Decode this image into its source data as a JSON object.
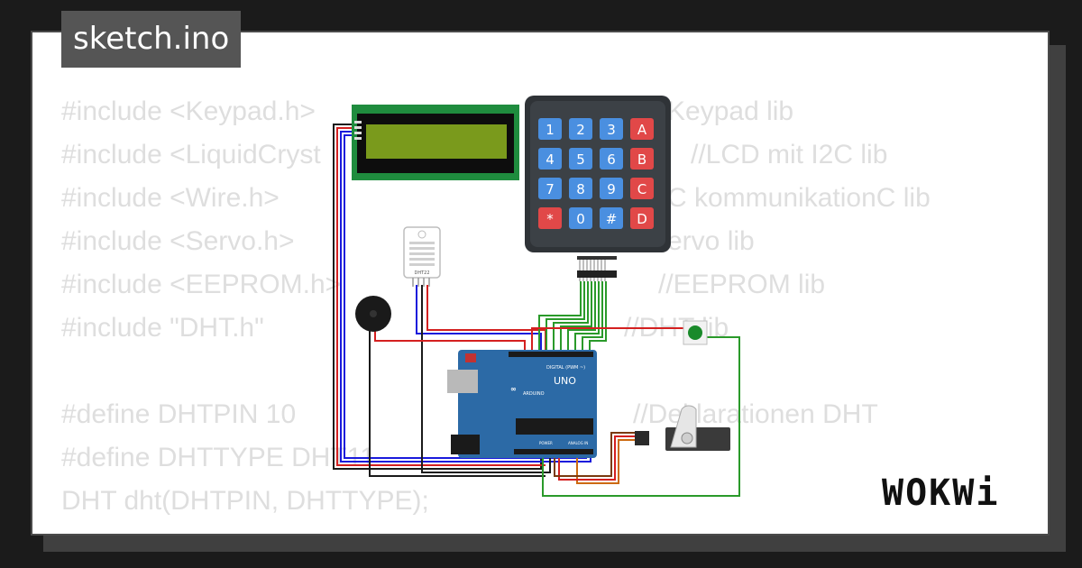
{
  "file": {
    "name": "sketch.ino"
  },
  "code": {
    "lines": [
      {
        "text": "#include <Keypad.h>",
        "comment": "Keypad lib"
      },
      {
        "text": "#include <LiquidCryst",
        "comment": "//LCD mit I2C lib"
      },
      {
        "text": "#include <Wire.h>",
        "comment": "C kommunikationC lib"
      },
      {
        "text": "#include <Servo.h>",
        "comment": "ervo lib"
      },
      {
        "text": "#include <EEPROM.h>",
        "comment": "//EEPROM lib"
      },
      {
        "text": "#include \"DHT.h\"",
        "comment": "//DHT lib"
      },
      {
        "text": "",
        "comment": ""
      },
      {
        "text": "#define DHTPIN 10",
        "comment": "//Deklarationen DHT"
      },
      {
        "text": "#define DHTTYPE DHT11",
        "comment": ""
      },
      {
        "text": "DHT dht(DHTPIN, DHTTYPE);",
        "comment": ""
      }
    ]
  },
  "keypad": {
    "keys": [
      "1",
      "2",
      "3",
      "A",
      "4",
      "5",
      "6",
      "B",
      "7",
      "8",
      "9",
      "C",
      "*",
      "0",
      "#",
      "D"
    ]
  },
  "board": {
    "brand": "ARDUINO",
    "model": "UNO",
    "digital_label": "DIGITAL (PWM ~)",
    "power_label": "POWER",
    "analog_label": "ANALOG IN"
  },
  "sensor": {
    "label": "DHT22"
  },
  "logo": {
    "text": "WOKWi"
  },
  "colors": {
    "number_key": "#4a8fe0",
    "letter_key": "#e14848",
    "lcd_screen": "#7a9a1c",
    "lcd_board": "#1f8c3e",
    "board": "#2c6aa6"
  }
}
